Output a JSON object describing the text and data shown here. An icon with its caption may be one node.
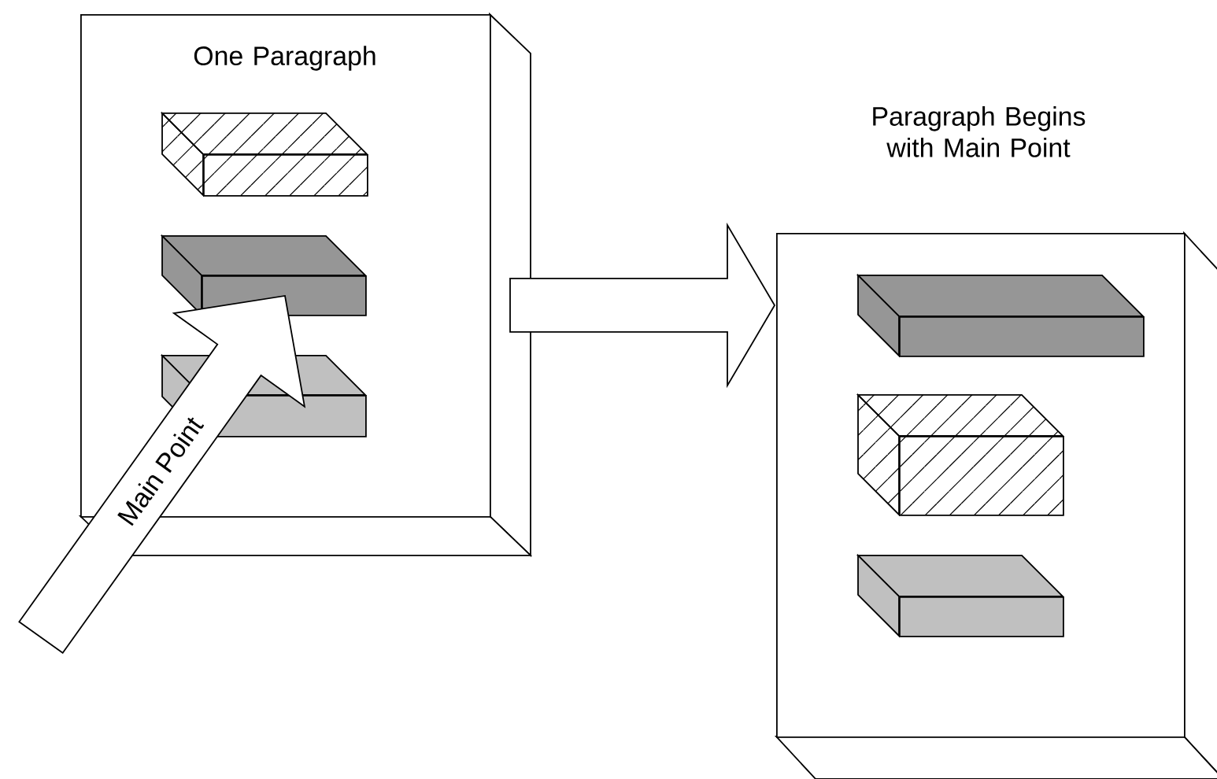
{
  "diagram": {
    "nodes": [
      {
        "text": [
          "One Paragraph"
        ]
      },
      {
        "text": [],
        "shape": "box",
        "in": 0
      },
      {
        "text": [],
        "shape": "box",
        "in": 0
      },
      {
        "text": [],
        "shape": "box",
        "in": 0
      },
      {
        "text": [
          "Paragraph Begins with Main Point"
        ]
      },
      {
        "text": [],
        "shape": "box",
        "in": 4
      },
      {
        "text": [],
        "shape": "box",
        "in": 4
      },
      {
        "text": [],
        "shape": "box",
        "in": 4
      }
    ],
    "edges": [
      {
        "from": 0,
        "to": 4,
        "arrow": "to"
      },
      {
        "from": null,
        "to": 2,
        "arrow": "to",
        "label": "Main Point"
      }
    ]
  }
}
